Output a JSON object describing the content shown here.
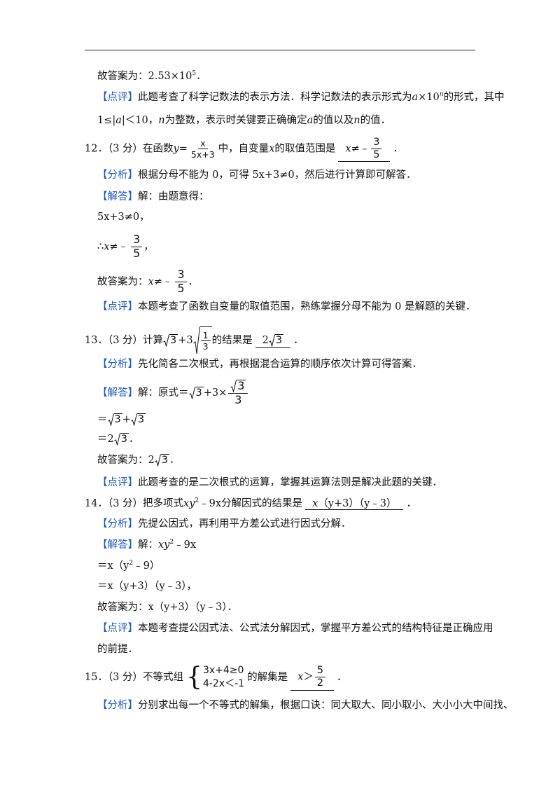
{
  "p1": {
    "answer_prefix": "故答案为：",
    "answer_value": "2.53×10",
    "answer_exp": "5",
    "answer_end": "．"
  },
  "c11": {
    "tag": "【点评】",
    "line1_a": "此题考查了科学记数法的表示方法．科学记数法的表示形式为",
    "a": "a",
    "times10": "×10",
    "n": "n",
    "line1_b": "的形式，其中",
    "line2_a": "1≤|",
    "line2_b": "|＜10，",
    "line2_c": "为整数，表示时关键要正确确定",
    "line2_d": "的值以及",
    "line2_e": "的值．"
  },
  "q12": {
    "number": "12．",
    "score": "（3 分）",
    "stem_a": "在函数",
    "y": "y",
    "eq": "=",
    "frac_num": "x",
    "frac_den": "5x+3",
    "stem_b": "中，自变量",
    "x": "x",
    "stem_c": "的取值范围是",
    "ans_x": "x",
    "ans_neq": "≠",
    "minus": "﹣",
    "ans_num": "3",
    "ans_den": "5",
    "period": "．",
    "analysis_tag": "【分析】",
    "analysis": "根据分母不能为 0，可得 5x+3≠0，然后进行计算即可解答．",
    "solution_tag": "【解答】",
    "solution": "解：由题意得：",
    "step1": "5x+3≠0，",
    "therefore": "∴",
    "step2_x": "x",
    "step2_neq": "≠",
    "step2_num": "3",
    "step2_den": "5",
    "comma": "，",
    "final_prefix": "故答案为：",
    "final_x": "x",
    "final_neq": "≠",
    "final_num": "3",
    "final_den": "5",
    "review_tag": "【点评】",
    "review": "本题考查了函数自变量的取值范围，熟练掌握分母不能为 0 是解题的关键．"
  },
  "q13": {
    "number": "13．",
    "score": "（3 分）",
    "stem_a": "计算",
    "r3": "3",
    "plus3": "+3",
    "in_num": "1",
    "in_den": "3",
    "stem_b": "的结果是",
    "ans_coef": "2",
    "ans_rad": "3",
    "period": "．",
    "analysis_tag": "【分析】",
    "analysis": "先化简各二次根式，再根据混合运算的顺序依次计算可得答案．",
    "solution_tag": "【解答】",
    "solution": "解：原式＝",
    "s1_r": "3",
    "s1_mid": "+3×",
    "s1_num_r": "3",
    "s1_den": "3",
    "s2_eq": "＝",
    "s2_r1": "3",
    "s2_plus": "+",
    "s2_r2": "3",
    "s3_eq": "＝2",
    "s3_r": "3",
    "s3_end": "．",
    "final_prefix": "故答案为：2",
    "final_r": "3",
    "final_end": "．",
    "review_tag": "【点评】",
    "review": "此题考查的是二次根式的运算，掌握其运算法则是解决此题的关键．"
  },
  "q14": {
    "number": "14．",
    "score": "（3 分）",
    "stem_a": "把多项式",
    "xy": "xy",
    "sq": "2",
    "minus9x": "﹣9x",
    "stem_b": "分解因式的结果是",
    "ans_x": "x",
    "ans_p1": "（y+3）（y﹣3）",
    "period": "．",
    "analysis_tag": "【分析】",
    "analysis": "先提公因式，再利用平方差公式进行因式分解．",
    "solution_tag": "【解答】",
    "solution": "解：",
    "sol_xy": "xy",
    "sol_sq": "2",
    "sol_rest": "﹣9x",
    "s1_a": "＝x（y",
    "s1_sq": "2",
    "s1_b": "﹣9）",
    "s2": "＝x（y+3）（y﹣3），",
    "final": "故答案为：x（y+3）（y﹣3）．",
    "review_tag": "【点评】",
    "review_l1": "本题考查提公因式法、公式法分解因式，掌握平方差公式的结构特征是正确应用",
    "review_l2": "的前提．"
  },
  "q15": {
    "number": "15．",
    "score": "（3 分）",
    "stem_a": "不等式组",
    "brace": "{",
    "row1": "3x+4≥0",
    "row2": "4-2x＜-1",
    "stem_b": "的解集是",
    "ans_x": "x",
    "ans_gt": "＞",
    "ans_num": "5",
    "ans_den": "2",
    "period": "．",
    "analysis_tag": "【分析】",
    "analysis": "分别求出每一个不等式的解集，根据口诀：同大取大、同小取小、大小小大中间找、"
  }
}
